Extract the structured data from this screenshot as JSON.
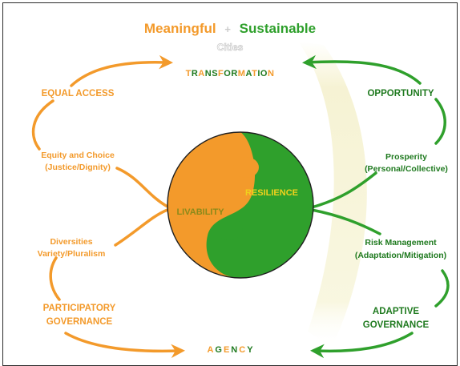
{
  "title": {
    "part1": "Meaningful",
    "connector": "+",
    "part2": "Sustainable",
    "subtitle": "Cities"
  },
  "top_node": {
    "letters": [
      {
        "ch": "T",
        "c": "o"
      },
      {
        "ch": "R",
        "c": "g"
      },
      {
        "ch": "A",
        "c": "o"
      },
      {
        "ch": "N",
        "c": "g"
      },
      {
        "ch": "S",
        "c": "g"
      },
      {
        "ch": "F",
        "c": "o"
      },
      {
        "ch": "O",
        "c": "g"
      },
      {
        "ch": "R",
        "c": "g"
      },
      {
        "ch": "M",
        "c": "o"
      },
      {
        "ch": "A",
        "c": "g"
      },
      {
        "ch": "T",
        "c": "o"
      },
      {
        "ch": "I",
        "c": "g"
      },
      {
        "ch": "O",
        "c": "g"
      },
      {
        "ch": "N",
        "c": "o"
      }
    ]
  },
  "bottom_node": {
    "letters": [
      {
        "ch": "A",
        "c": "o"
      },
      {
        "ch": "G",
        "c": "g"
      },
      {
        "ch": "E",
        "c": "o"
      },
      {
        "ch": "N",
        "c": "g"
      },
      {
        "ch": "C",
        "c": "o"
      },
      {
        "ch": "Y",
        "c": "g"
      }
    ]
  },
  "left": {
    "equal_access": "EQUAL ACCESS",
    "equity_line1": "Equity and Choice",
    "equity_line2": "(Justice/Dignity)",
    "diversities_line1": "Diversities",
    "diversities_line2": "Variety/Pluralism",
    "participatory_line1": "PARTICIPATORY",
    "participatory_line2": "GOVERNANCE"
  },
  "right": {
    "opportunity": "OPPORTUNITY",
    "prosperity_line1": "Prosperity",
    "prosperity_line2": "(Personal/Collective)",
    "risk_line1": "Risk Management",
    "risk_line2": "(Adaptation/Mitigation)",
    "adaptive_line1": "ADAPTIVE",
    "adaptive_line2": "GOVERNANCE"
  },
  "center": {
    "left_label": "LIVABILITY",
    "right_label": "RESILIENCE"
  },
  "colors": {
    "orange": "#f39a2b",
    "green": "#2fa02c",
    "dark_green": "#1f7a1f",
    "label_yellow": "#f0d21c",
    "label_olive": "#8a8a1a",
    "outline": "#1f1f1f"
  }
}
